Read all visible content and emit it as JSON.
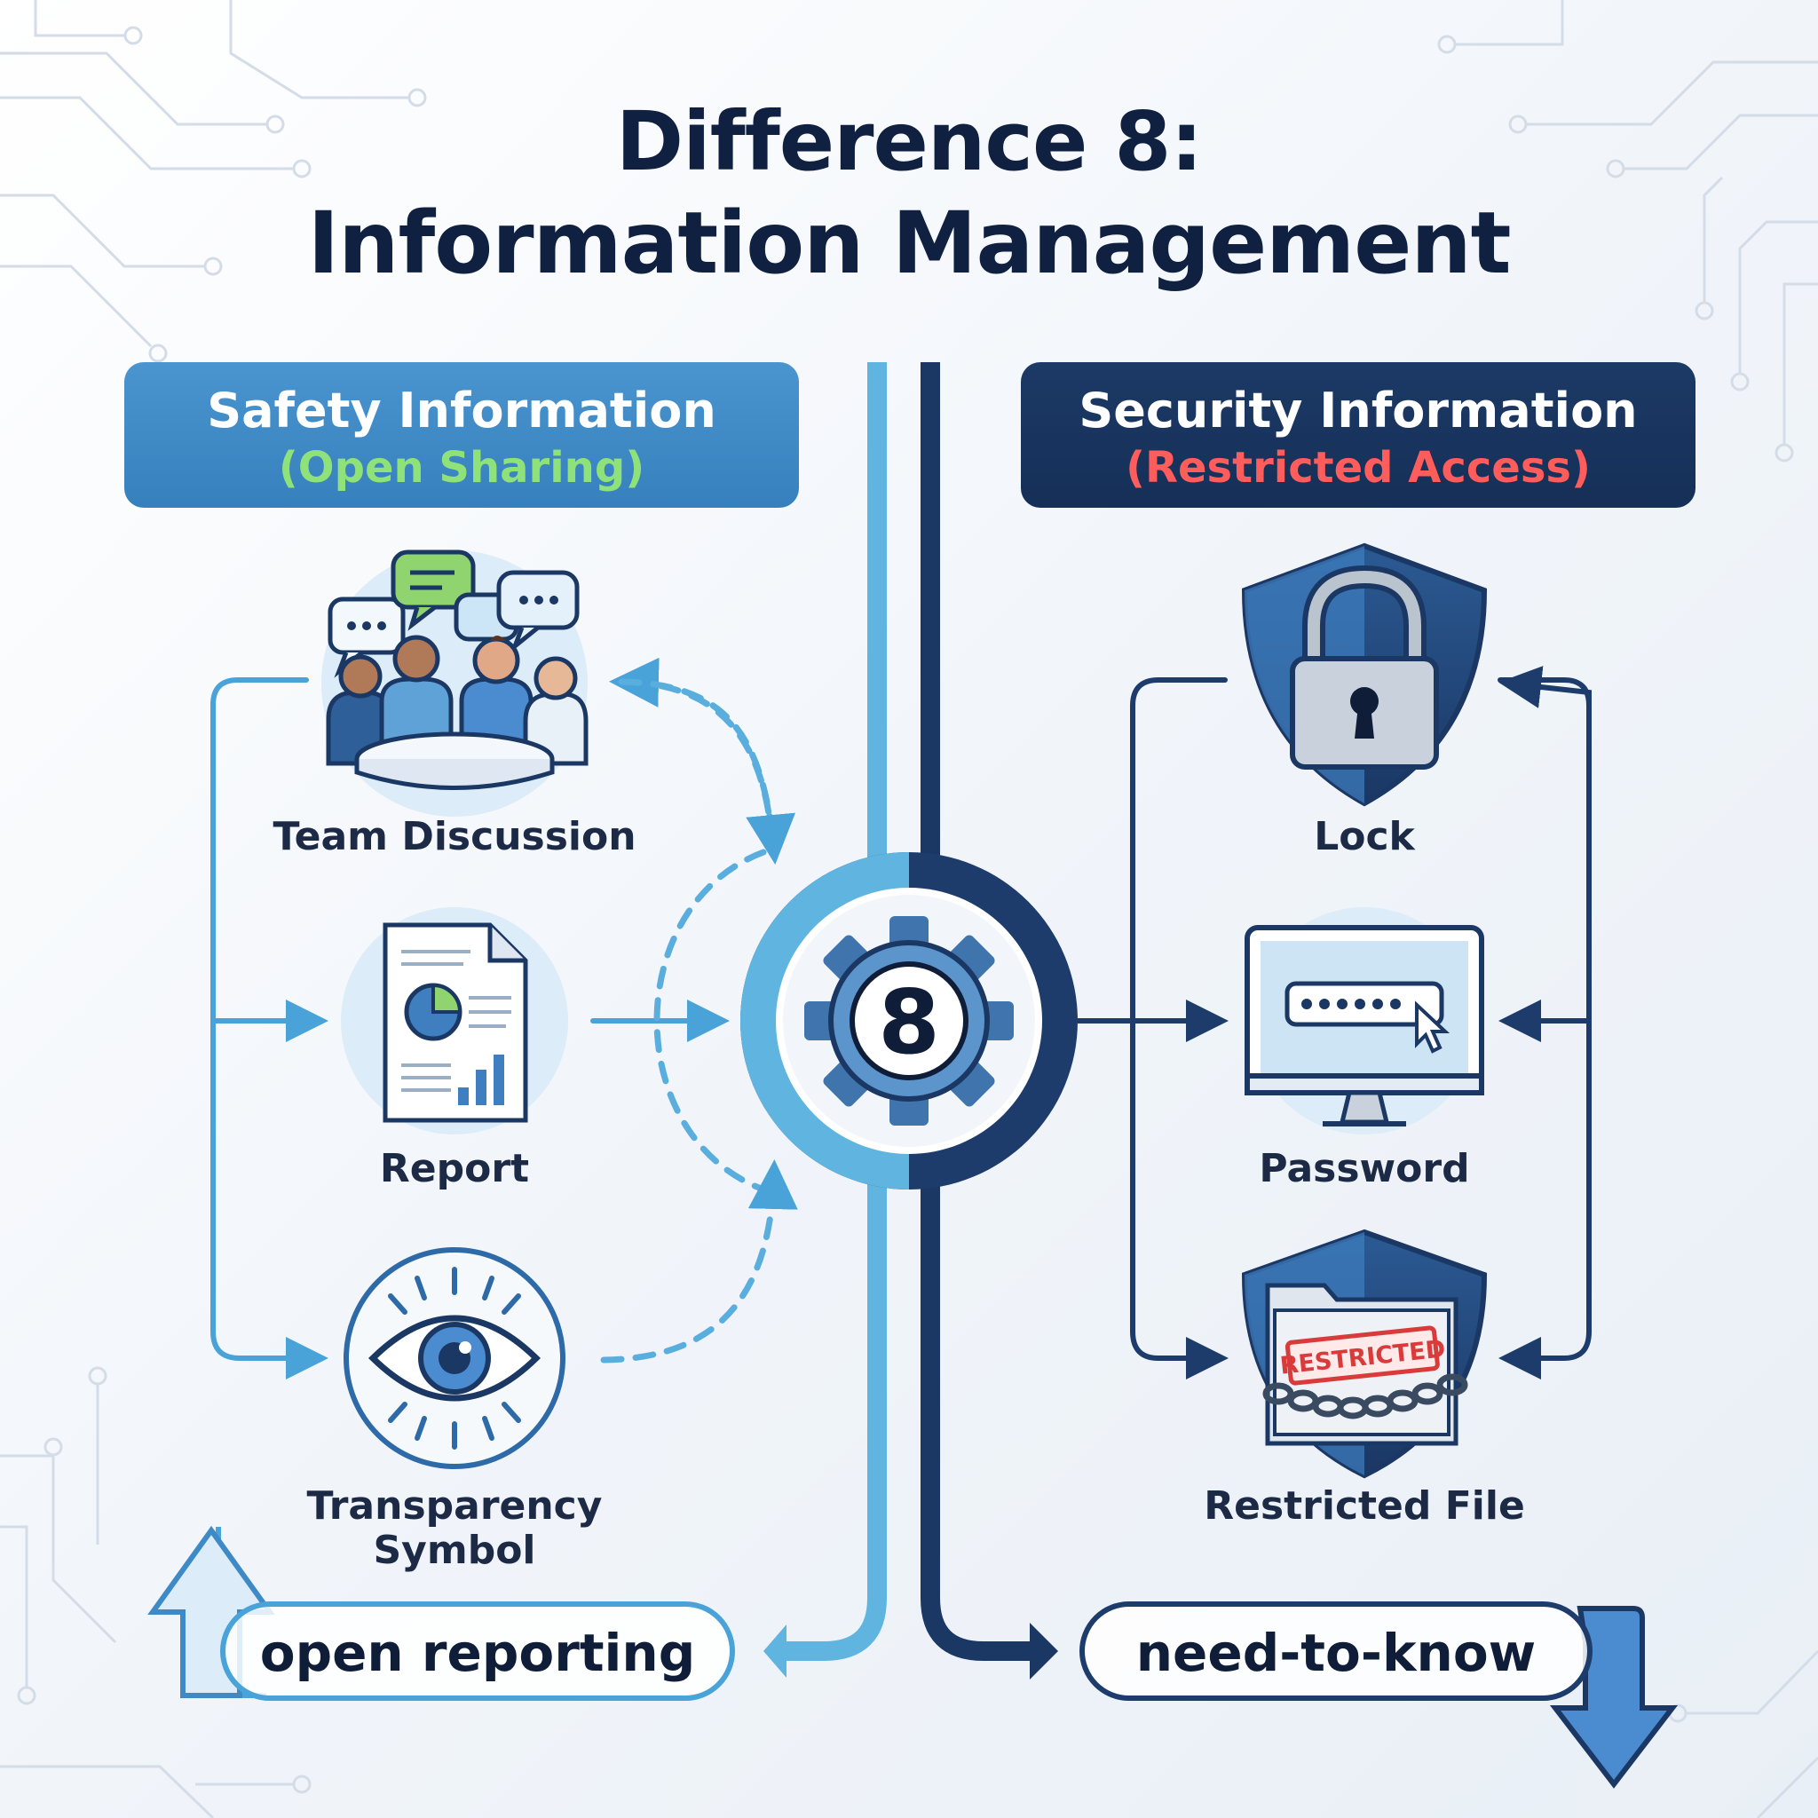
{
  "title": {
    "line1": "Difference 8:",
    "line2": "Information Management"
  },
  "left": {
    "header_title": "Safety Information",
    "header_subtitle": "(Open Sharing)",
    "items": [
      {
        "label": "Team Discussion",
        "icon": "team-discussion-icon"
      },
      {
        "label": "Report",
        "icon": "report-icon"
      },
      {
        "label": "Transparency Symbol",
        "icon": "eye-icon"
      }
    ],
    "footer": "open reporting"
  },
  "right": {
    "header_title": "Security Information",
    "header_subtitle": "(Restricted Access)",
    "items": [
      {
        "label": "Lock",
        "icon": "padlock-shield-icon"
      },
      {
        "label": "Password",
        "icon": "password-monitor-icon"
      },
      {
        "label": "Restricted File",
        "icon": "restricted-file-icon",
        "stamp": "RESTRICTED"
      }
    ],
    "footer": "need-to-know"
  },
  "center": {
    "number": "8",
    "icon": "gear-icon"
  },
  "colors": {
    "title": "#0f2040",
    "safety_blue": "#3d8ac7",
    "light_blue": "#4aa3d8",
    "security_navy": "#1b3764",
    "open_green": "#8fe17a",
    "restricted_red": "#ff5c5c"
  }
}
